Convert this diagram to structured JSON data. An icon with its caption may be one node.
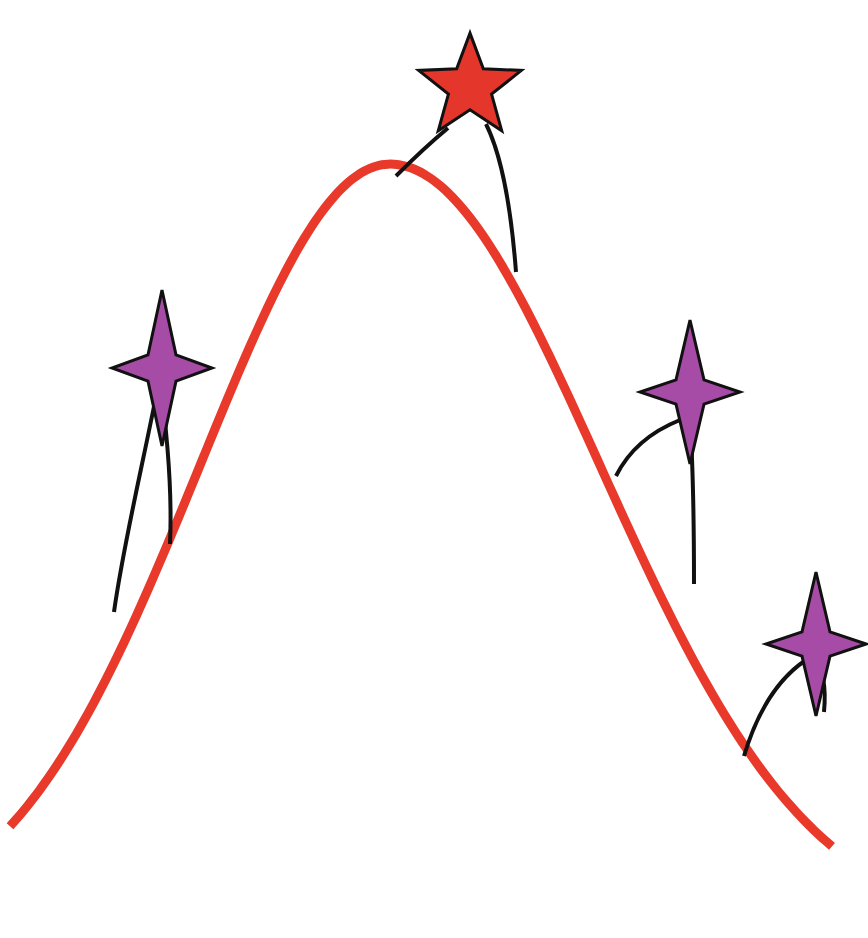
{
  "diagram": {
    "nodes": [
      {
        "text": [],
        "shape": "star"
      },
      {
        "text": [],
        "shape": "star"
      },
      {
        "text": [],
        "shape": "star"
      },
      {
        "text": [],
        "shape": "star"
      }
    ]
  }
}
